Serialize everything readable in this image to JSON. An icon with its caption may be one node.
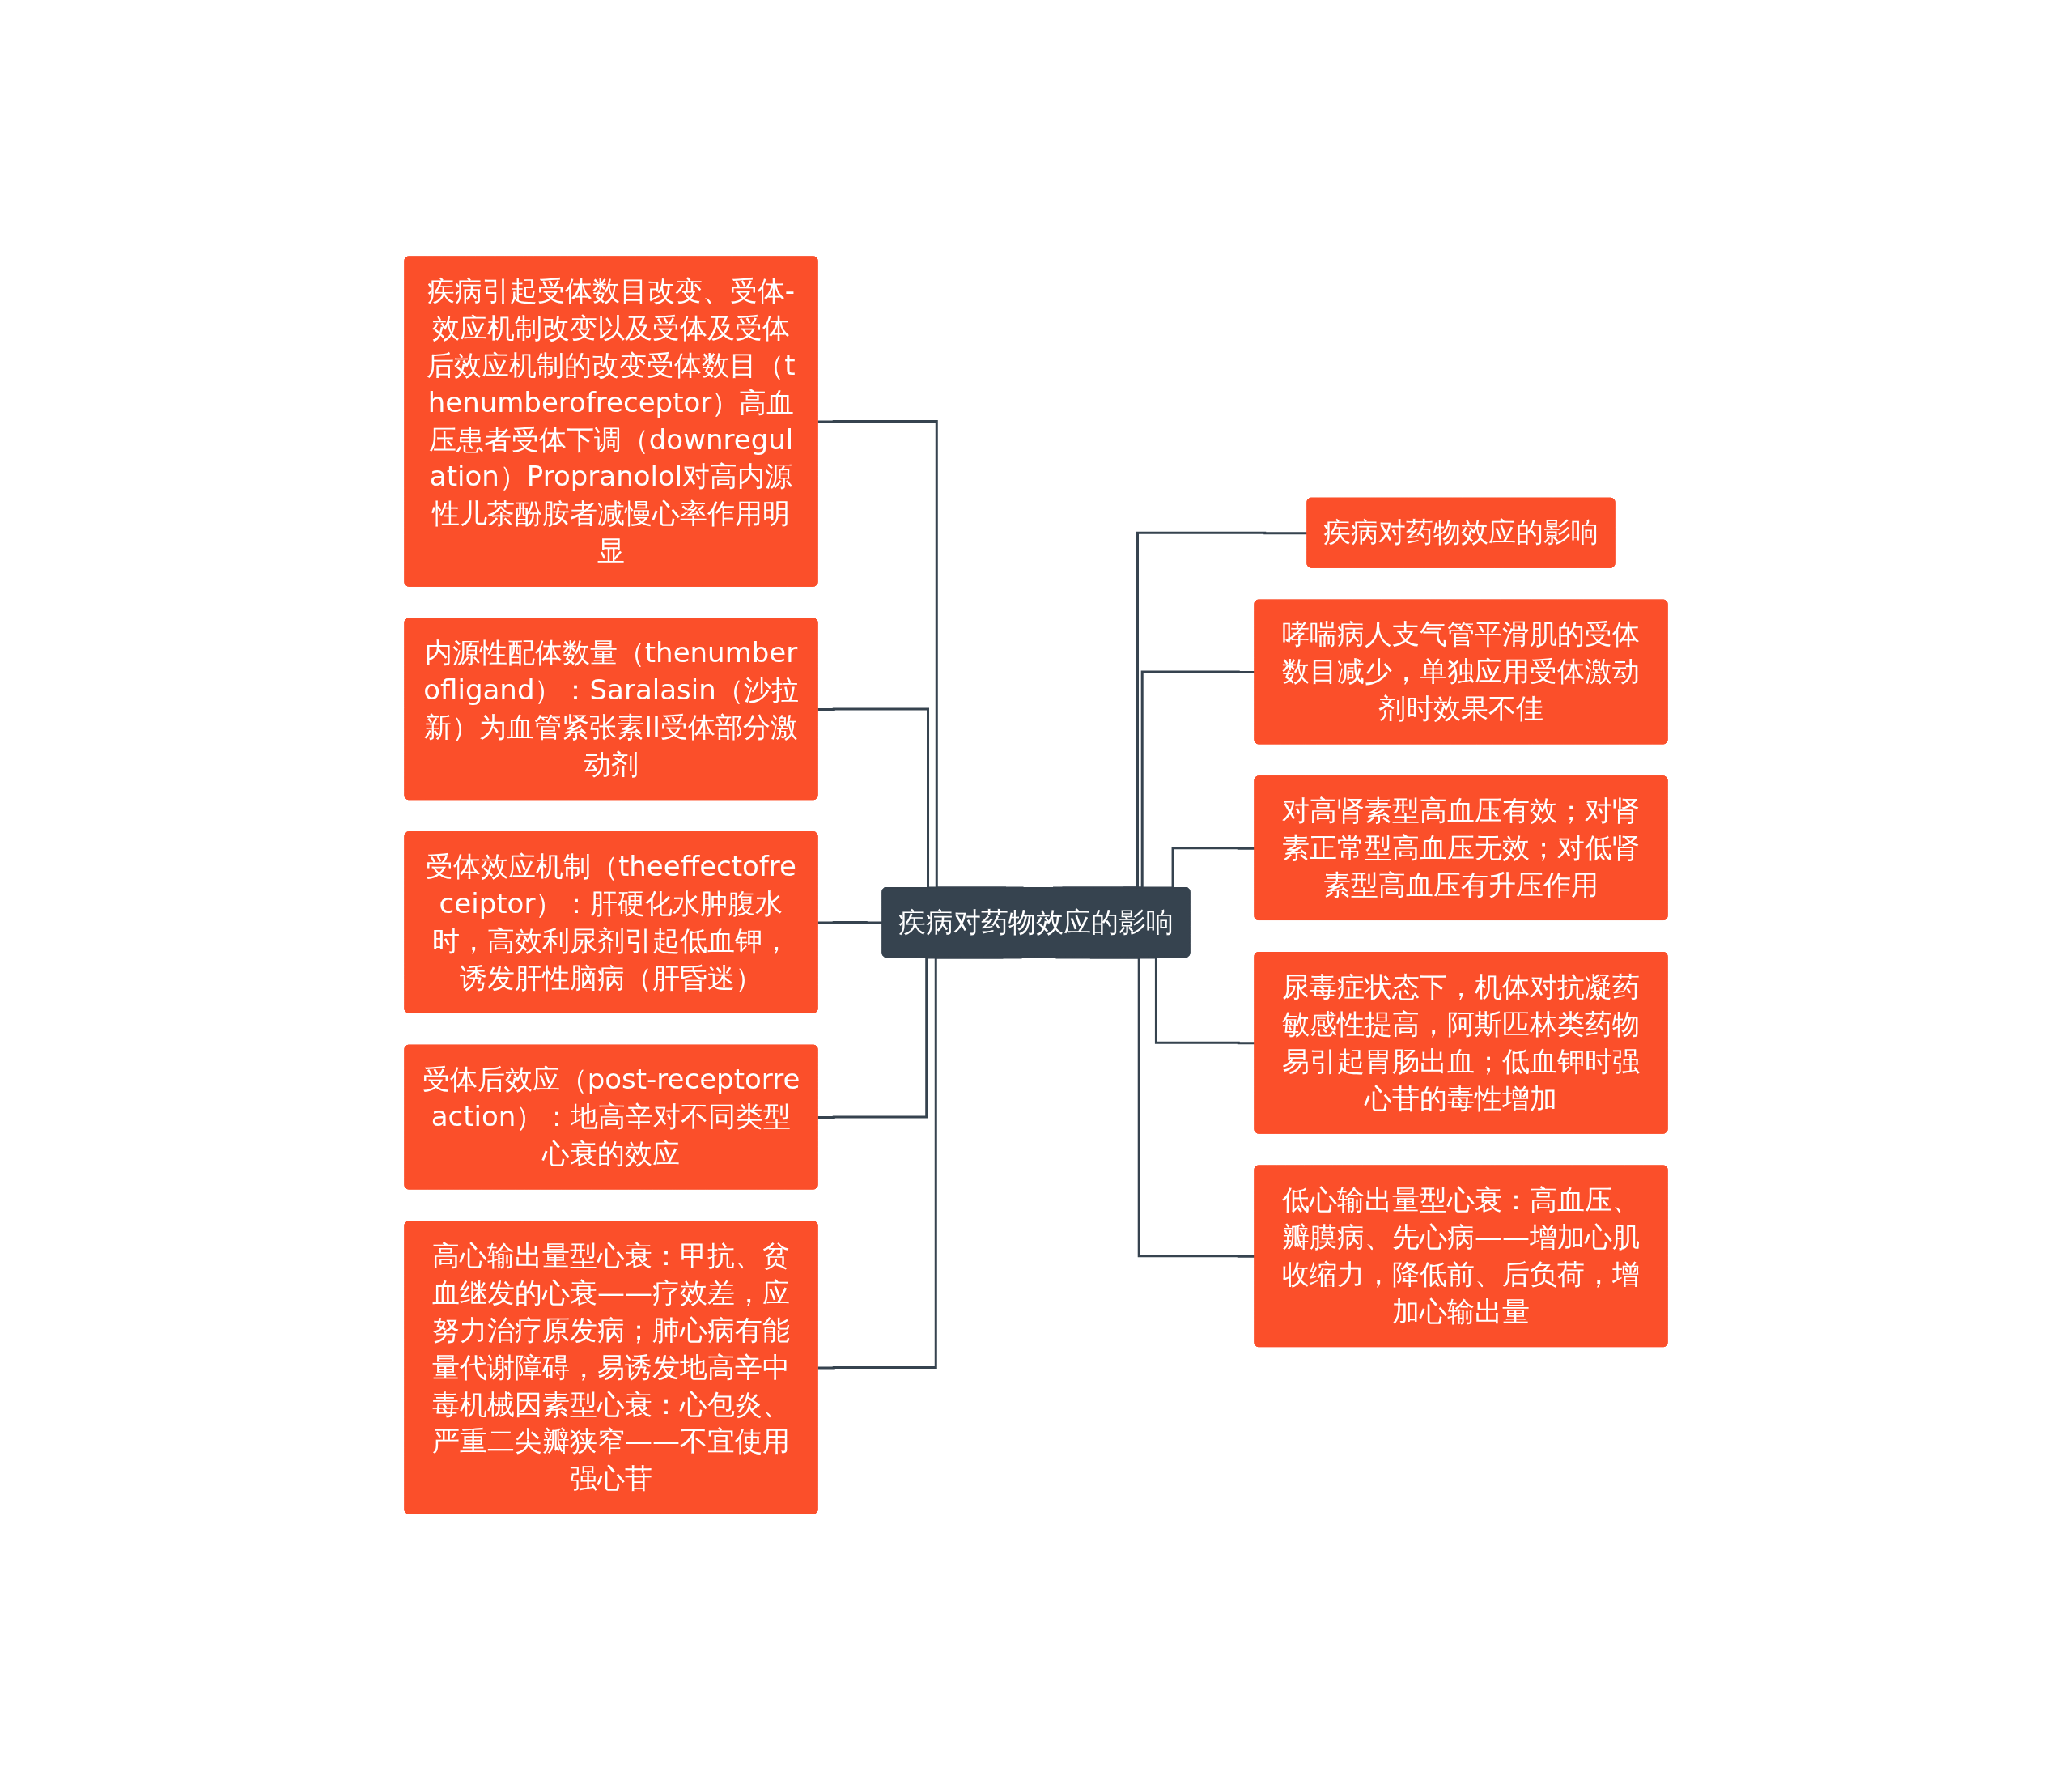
{
  "diagram": {
    "nodes": [
      {
        "text": [
          "疾病对药物效应的影响"
        ]
      },
      {
        "text": [
          "疾病引起受体数目改变、受体-效应机制改变以及受体及受体后效应机制的改变受体数目（thenumberofreceptor）高血压患者受体下调（downregulation）Propranolol对高内源性儿茶酚胺者减慢心率作用明显"
        ]
      },
      {
        "text": [
          "内源性配体数量（thenumberofligand）：Saralasin（沙拉新）为血管紧张素II受体部分激动剂"
        ]
      },
      {
        "text": [
          "受体效应机制（theeffectofreceiptor）：肝硬化水肿腹水时，高效利尿剂引起低血钾，诱发肝性脑病（肝昏迷）"
        ]
      },
      {
        "text": [
          "受体后效应（post-receptorreaction）：地高辛对不同类型心衰的效应"
        ]
      },
      {
        "text": [
          "高心输出量型心衰：甲抗、贫血继发的心衰——疗效差，应努力治疗原发病；肺心病有能量代谢障碍，易诱发地高辛中毒机械因素型心衰：心包炎、严重二尖瓣狭窄——不宜使用强心苷"
        ]
      },
      {
        "text": [
          "疾病对药物效应的影响"
        ]
      },
      {
        "text": [
          "哮喘病人支气管平滑肌的受体数目减少，单独应用受体激动剂时效果不佳"
        ]
      },
      {
        "text": [
          "对高肾素型高血压有效；对肾素正常型高血压无效；对低肾素型高血压有升压作用"
        ]
      },
      {
        "text": [
          "尿毒症状态下，机体对抗凝药敏感性提高，阿斯匹林类药物易引起胃肠出血；低血钾时强心苷的毒性增加"
        ]
      },
      {
        "text": [
          "低心输出量型心衰：高血压、瓣膜病、先心病——增加心肌收缩力，降低前、后负荷，增加心输出量"
        ]
      }
    ],
    "edges": [
      {
        "from": 0,
        "to": 1,
        "arrow": "none"
      },
      {
        "from": 0,
        "to": 2,
        "arrow": "none"
      },
      {
        "from": 0,
        "to": 3,
        "arrow": "none"
      },
      {
        "from": 0,
        "to": 4,
        "arrow": "none"
      },
      {
        "from": 0,
        "to": 5,
        "arrow": "none"
      },
      {
        "from": 0,
        "to": 6,
        "arrow": "none"
      },
      {
        "from": 0,
        "to": 7,
        "arrow": "none"
      },
      {
        "from": 0,
        "to": 8,
        "arrow": "none"
      },
      {
        "from": 0,
        "to": 9,
        "arrow": "none"
      },
      {
        "from": 0,
        "to": 10,
        "arrow": "none"
      }
    ]
  }
}
